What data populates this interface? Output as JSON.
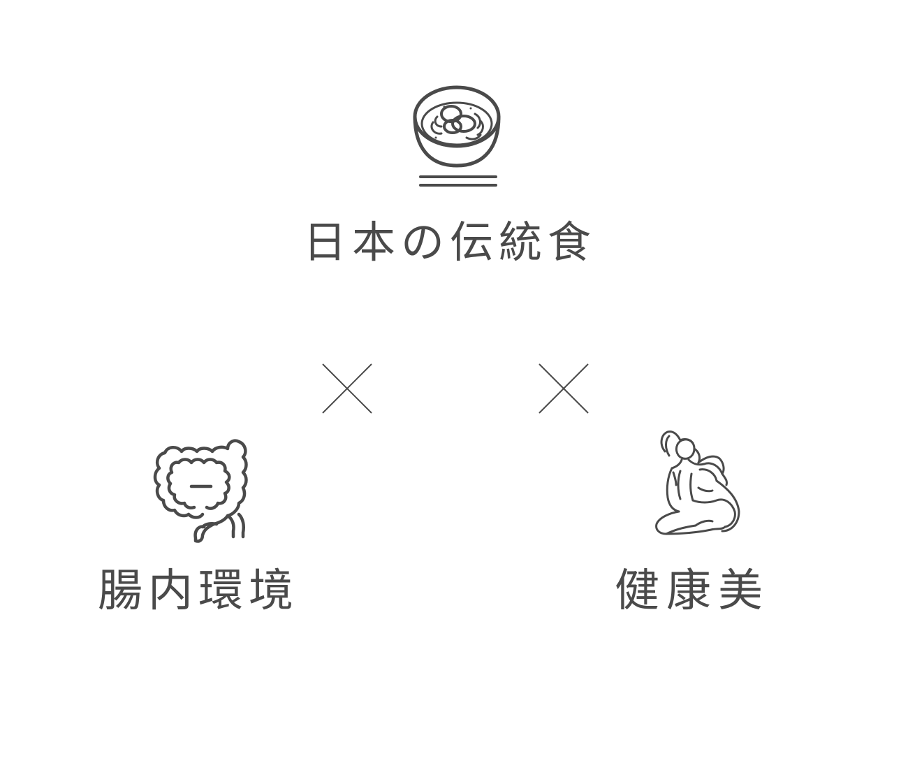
{
  "top": {
    "icon": "miso-soup-bowl-icon",
    "label": "日本の伝統食"
  },
  "operators": {
    "left": "×",
    "right": "×"
  },
  "left": {
    "icon": "intestine-icon",
    "label": "腸内環境"
  },
  "right": {
    "icon": "yoga-pose-icon",
    "label": "健康美"
  },
  "colors": {
    "line": "#4a4a4a",
    "text": "#4a4a4a",
    "background": "#ffffff"
  }
}
